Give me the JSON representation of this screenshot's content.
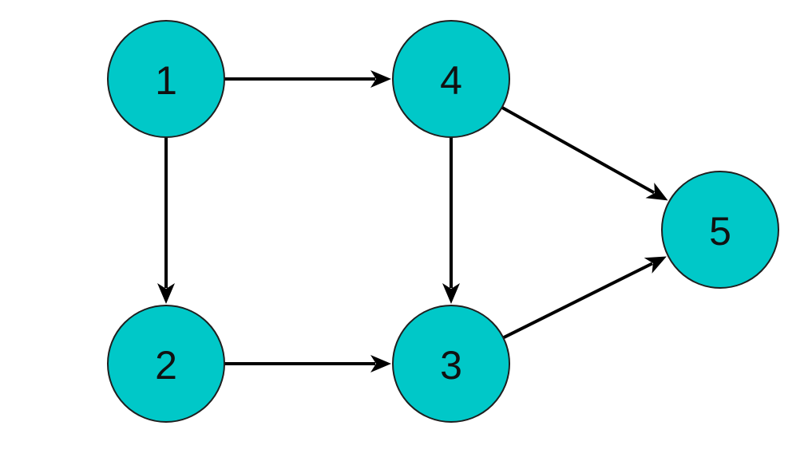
{
  "graph": {
    "colors": {
      "node_fill": "#00c8c8",
      "edge": "#000000"
    },
    "nodes": [
      {
        "id": "1",
        "label": "1"
      },
      {
        "id": "2",
        "label": "2"
      },
      {
        "id": "3",
        "label": "3"
      },
      {
        "id": "4",
        "label": "4"
      },
      {
        "id": "5",
        "label": "5"
      }
    ],
    "edges": [
      {
        "from": "1",
        "to": "4"
      },
      {
        "from": "1",
        "to": "2"
      },
      {
        "from": "2",
        "to": "3"
      },
      {
        "from": "4",
        "to": "3"
      },
      {
        "from": "4",
        "to": "5"
      },
      {
        "from": "3",
        "to": "5"
      }
    ]
  }
}
